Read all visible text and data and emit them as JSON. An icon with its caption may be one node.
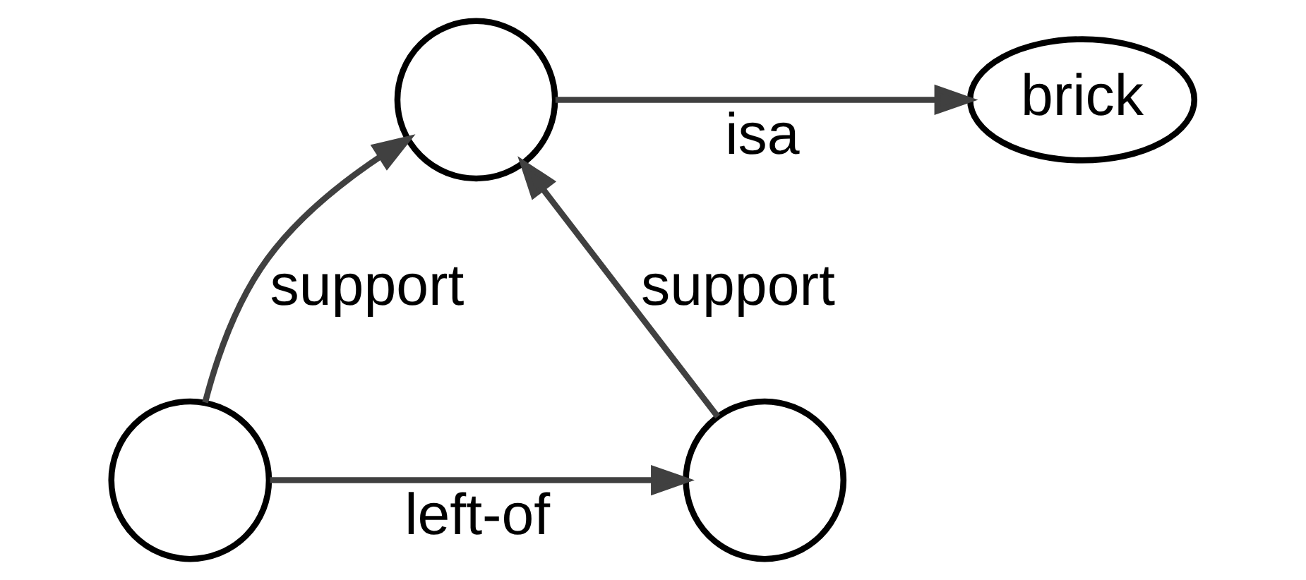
{
  "diagram": {
    "nodes": [
      {
        "text": [],
        "shape": "circle"
      },
      {
        "text": [
          "brick"
        ]
      },
      {
        "text": [],
        "shape": "circle"
      },
      {
        "text": [],
        "shape": "circle"
      }
    ],
    "edges": [
      {
        "from": 0,
        "to": 1,
        "arrow": "to",
        "label": "isa"
      },
      {
        "from": 2,
        "to": 0,
        "arrow": "to",
        "label": "support"
      },
      {
        "from": 3,
        "to": 0,
        "arrow": "to",
        "label": "support"
      },
      {
        "from": 2,
        "to": 3,
        "arrow": "to",
        "label": "left-of"
      }
    ]
  }
}
